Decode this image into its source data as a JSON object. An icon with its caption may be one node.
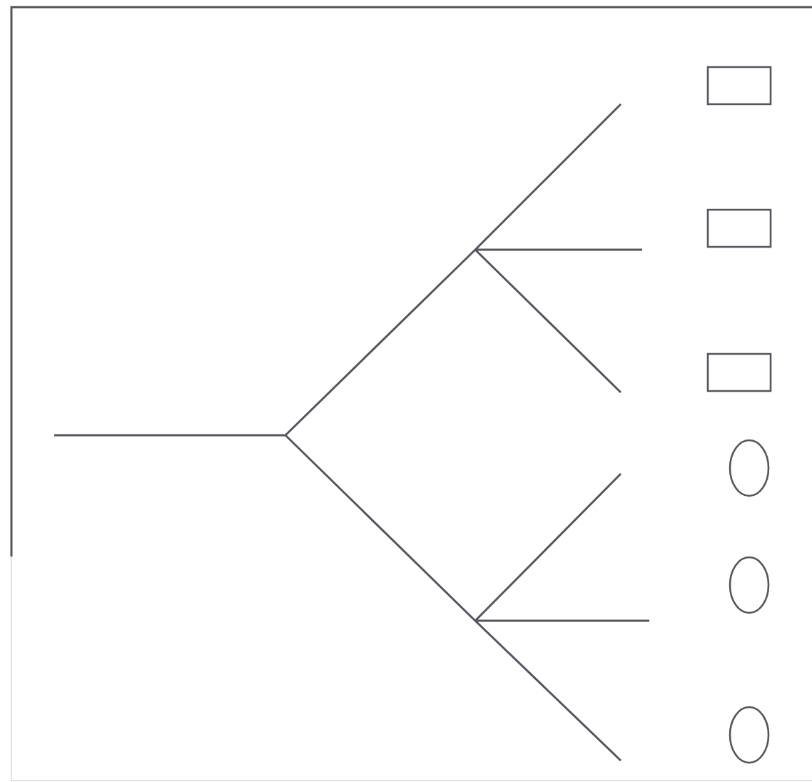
{
  "diagram": {
    "nodes": [
      {
        "text": [],
        "shape": "box"
      },
      {
        "text": [],
        "shape": "box"
      },
      {
        "text": [],
        "shape": "box"
      },
      {
        "text": [],
        "shape": "ellipse"
      },
      {
        "text": [],
        "shape": "ellipse"
      },
      {
        "text": [],
        "shape": "ellipse"
      }
    ]
  }
}
